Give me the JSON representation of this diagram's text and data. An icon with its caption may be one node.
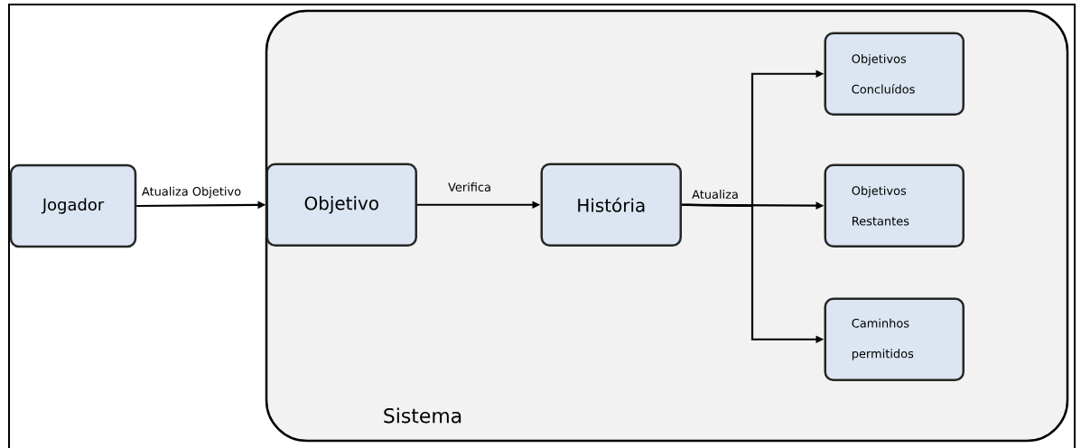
{
  "diagram": {
    "nodes": [
      {
        "text": [
          "Jogador"
        ]
      },
      {
        "text": [
          "Sistema"
        ]
      },
      {
        "text": [
          "Objetivo"
        ],
        "in": 1
      },
      {
        "text": [
          "História"
        ],
        "in": 1
      },
      {
        "text": [
          "Objetivos Concluídos"
        ],
        "in": 1
      },
      {
        "text": [
          "Objetivos Restantes"
        ],
        "in": 1
      },
      {
        "text": [
          "Caminhos permitidos"
        ],
        "in": 1
      }
    ],
    "edges": [
      {
        "from": 0,
        "to": 2,
        "arrow": "to",
        "label": "Atualiza Objetivo"
      },
      {
        "from": 2,
        "to": 3,
        "arrow": "to",
        "label": "Verifica"
      },
      {
        "from": 3,
        "to": 4,
        "arrow": "to"
      },
      {
        "from": 3,
        "to": 5,
        "arrow": "to",
        "label": "Atualiza"
      },
      {
        "from": 3,
        "to": 6,
        "arrow": "to"
      }
    ]
  }
}
